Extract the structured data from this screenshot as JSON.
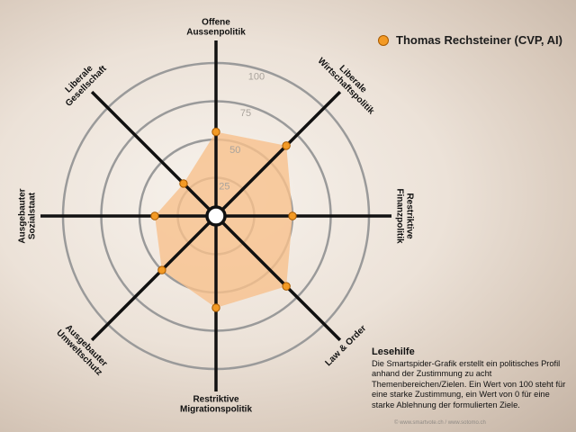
{
  "chart_data": {
    "type": "radar",
    "title": "",
    "series": [
      {
        "name": "Thomas Rechsteiner (CVP, AI)",
        "values": [
          55,
          65,
          50,
          65,
          60,
          50,
          40,
          30
        ]
      }
    ],
    "axes": [
      "Offene Aussenpolitik",
      "Liberale Wirtschaftspolitik",
      "Restriktive Finanzpolitik",
      "Law & Order",
      "Restriktive Migrationspolitik",
      "Ausgebauter Umweltschutz",
      "Ausgebauter Sozialstaat",
      "Liberale Gesellschaft"
    ],
    "axis_label_lines": [
      [
        "Offene",
        "Aussenpolitik"
      ],
      [
        "Liberale",
        "Wirtschaftspolitik"
      ],
      [
        "Restriktive",
        "Finanzpolitik"
      ],
      [
        "Law & Order"
      ],
      [
        "Restriktive",
        "Migrationspolitik"
      ],
      [
        "Ausgebauter",
        "Umweltschutz"
      ],
      [
        "Ausgebauter",
        "Sozialstaat"
      ],
      [
        "Liberale",
        "Gesellschaft"
      ]
    ],
    "ticks": [
      "25",
      "50",
      "75",
      "100"
    ],
    "tick_values": [
      25,
      50,
      75,
      100
    ],
    "range": [
      0,
      100
    ],
    "colors": {
      "area": "#f7c18c",
      "marker": "#f39a25",
      "marker_stroke": "#a85a00",
      "spoke": "#111111",
      "ring": "#9a9a9a"
    }
  },
  "legend": {
    "label": "Thomas Rechsteiner (CVP, AI)"
  },
  "reading_help": {
    "title": "Lesehilfe",
    "text": "Die Smartspider-Grafik erstellt ein politisches Profil anhand der Zustimmung zu acht Themenbereichen/Zielen. Ein Wert von 100 steht für eine starke Zustimmung, ein Wert von 0 für eine starke Ablehnung der formulierten Ziele."
  },
  "source": "© www.smartvote.ch / www.sotomo.ch"
}
